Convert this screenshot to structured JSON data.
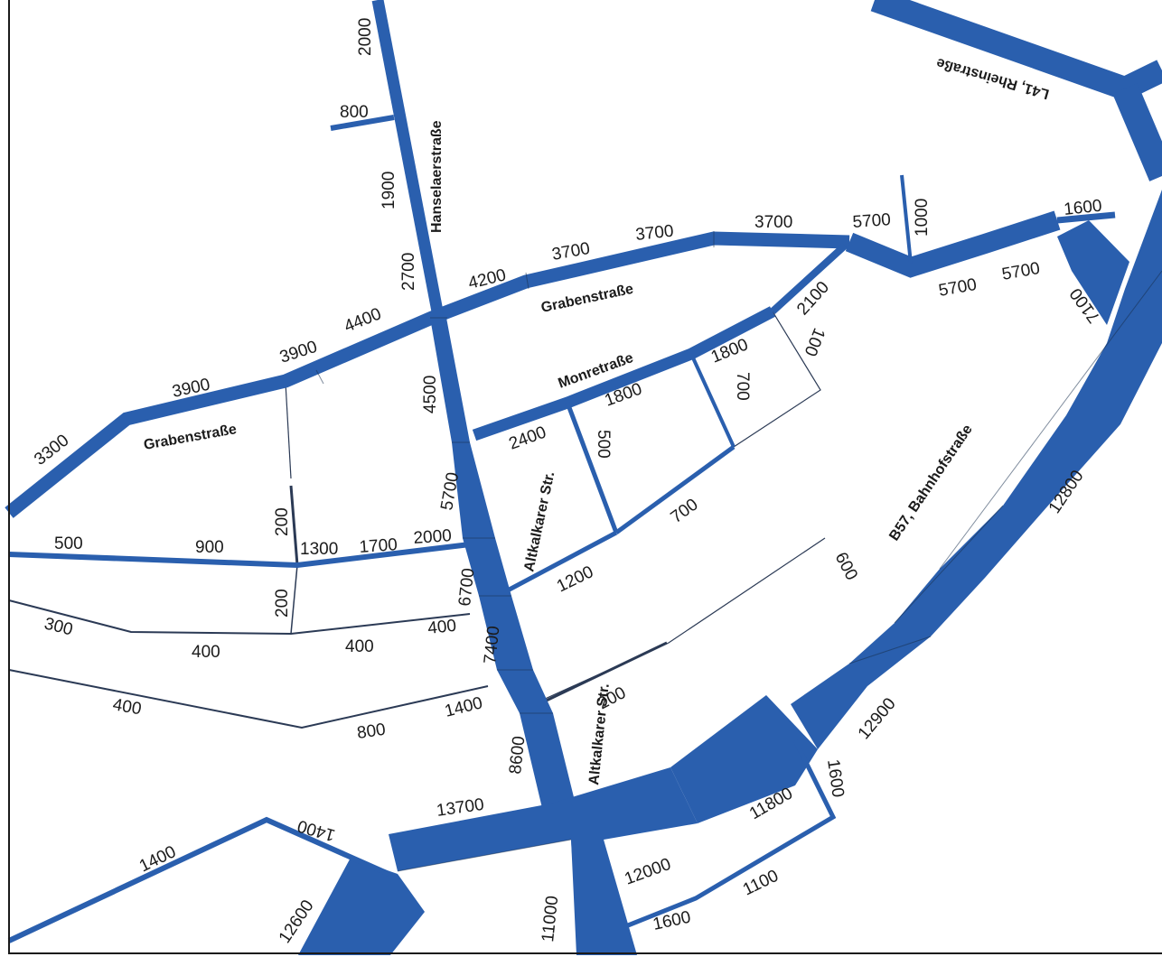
{
  "colors": {
    "road": "#2a5fae",
    "thin_road": "#2b3a55",
    "outline": "#1a1a1a",
    "text": "#1b1b1b",
    "background": "#ffffff"
  },
  "street_names": {
    "hanselaer": "Hanselaerstraße",
    "graben_east": "Grabenstraße",
    "graben_west": "Grabenstraße",
    "monre": "Monretraße",
    "altkalkarer_north": "Altkalkarer Str.",
    "altkalkarer_south": "Altkalkarer Str.",
    "bahnhof": "B57, Bahnhofstraße",
    "rhein": "L41, Rheinstraße"
  },
  "volumes": [
    {
      "id": "v1",
      "label": "2000"
    },
    {
      "id": "v2",
      "label": "800"
    },
    {
      "id": "v3",
      "label": "1900"
    },
    {
      "id": "v4",
      "label": "2700"
    },
    {
      "id": "v5",
      "label": "4200"
    },
    {
      "id": "v6",
      "label": "3700"
    },
    {
      "id": "v7",
      "label": "3700"
    },
    {
      "id": "v8",
      "label": "3700"
    },
    {
      "id": "v9",
      "label": "5700"
    },
    {
      "id": "v10",
      "label": "1000"
    },
    {
      "id": "v11",
      "label": "1600"
    },
    {
      "id": "v12",
      "label": "4400"
    },
    {
      "id": "v13",
      "label": "3900"
    },
    {
      "id": "v14",
      "label": "3900"
    },
    {
      "id": "v15",
      "label": "3300"
    },
    {
      "id": "v16",
      "label": "2100"
    },
    {
      "id": "v17",
      "label": "5700"
    },
    {
      "id": "v18",
      "label": "5700"
    },
    {
      "id": "v19",
      "label": "7100"
    },
    {
      "id": "v20",
      "label": "100"
    },
    {
      "id": "v21",
      "label": "1800"
    },
    {
      "id": "v22",
      "label": "1800"
    },
    {
      "id": "v23",
      "label": "700"
    },
    {
      "id": "v24",
      "label": "4500"
    },
    {
      "id": "v25",
      "label": "2400"
    },
    {
      "id": "v26",
      "label": "500"
    },
    {
      "id": "v27",
      "label": "5700"
    },
    {
      "id": "v28",
      "label": "700"
    },
    {
      "id": "v29",
      "label": "12800"
    },
    {
      "id": "v30",
      "label": "200"
    },
    {
      "id": "v31",
      "label": "500"
    },
    {
      "id": "v32",
      "label": "900"
    },
    {
      "id": "v33",
      "label": "1300"
    },
    {
      "id": "v34",
      "label": "1700"
    },
    {
      "id": "v35",
      "label": "2000"
    },
    {
      "id": "v36",
      "label": "6700"
    },
    {
      "id": "v37",
      "label": "1200"
    },
    {
      "id": "v38",
      "label": "600"
    },
    {
      "id": "v39",
      "label": "200"
    },
    {
      "id": "v40",
      "label": "300"
    },
    {
      "id": "v41",
      "label": "400"
    },
    {
      "id": "v42",
      "label": "400"
    },
    {
      "id": "v43",
      "label": "400"
    },
    {
      "id": "v44",
      "label": "7400"
    },
    {
      "id": "v45",
      "label": "400"
    },
    {
      "id": "v46",
      "label": "800"
    },
    {
      "id": "v47",
      "label": "1400"
    },
    {
      "id": "v48",
      "label": "200"
    },
    {
      "id": "v49",
      "label": "12900"
    },
    {
      "id": "v50",
      "label": "8600"
    },
    {
      "id": "v51",
      "label": "13700"
    },
    {
      "id": "v52",
      "label": "1600"
    },
    {
      "id": "v53",
      "label": "11800"
    },
    {
      "id": "v54",
      "label": "1400"
    },
    {
      "id": "v55",
      "label": "1400"
    },
    {
      "id": "v56",
      "label": "12000"
    },
    {
      "id": "v57",
      "label": "1100"
    },
    {
      "id": "v58",
      "label": "12600"
    },
    {
      "id": "v59",
      "label": "11000"
    },
    {
      "id": "v60",
      "label": "1600"
    }
  ]
}
